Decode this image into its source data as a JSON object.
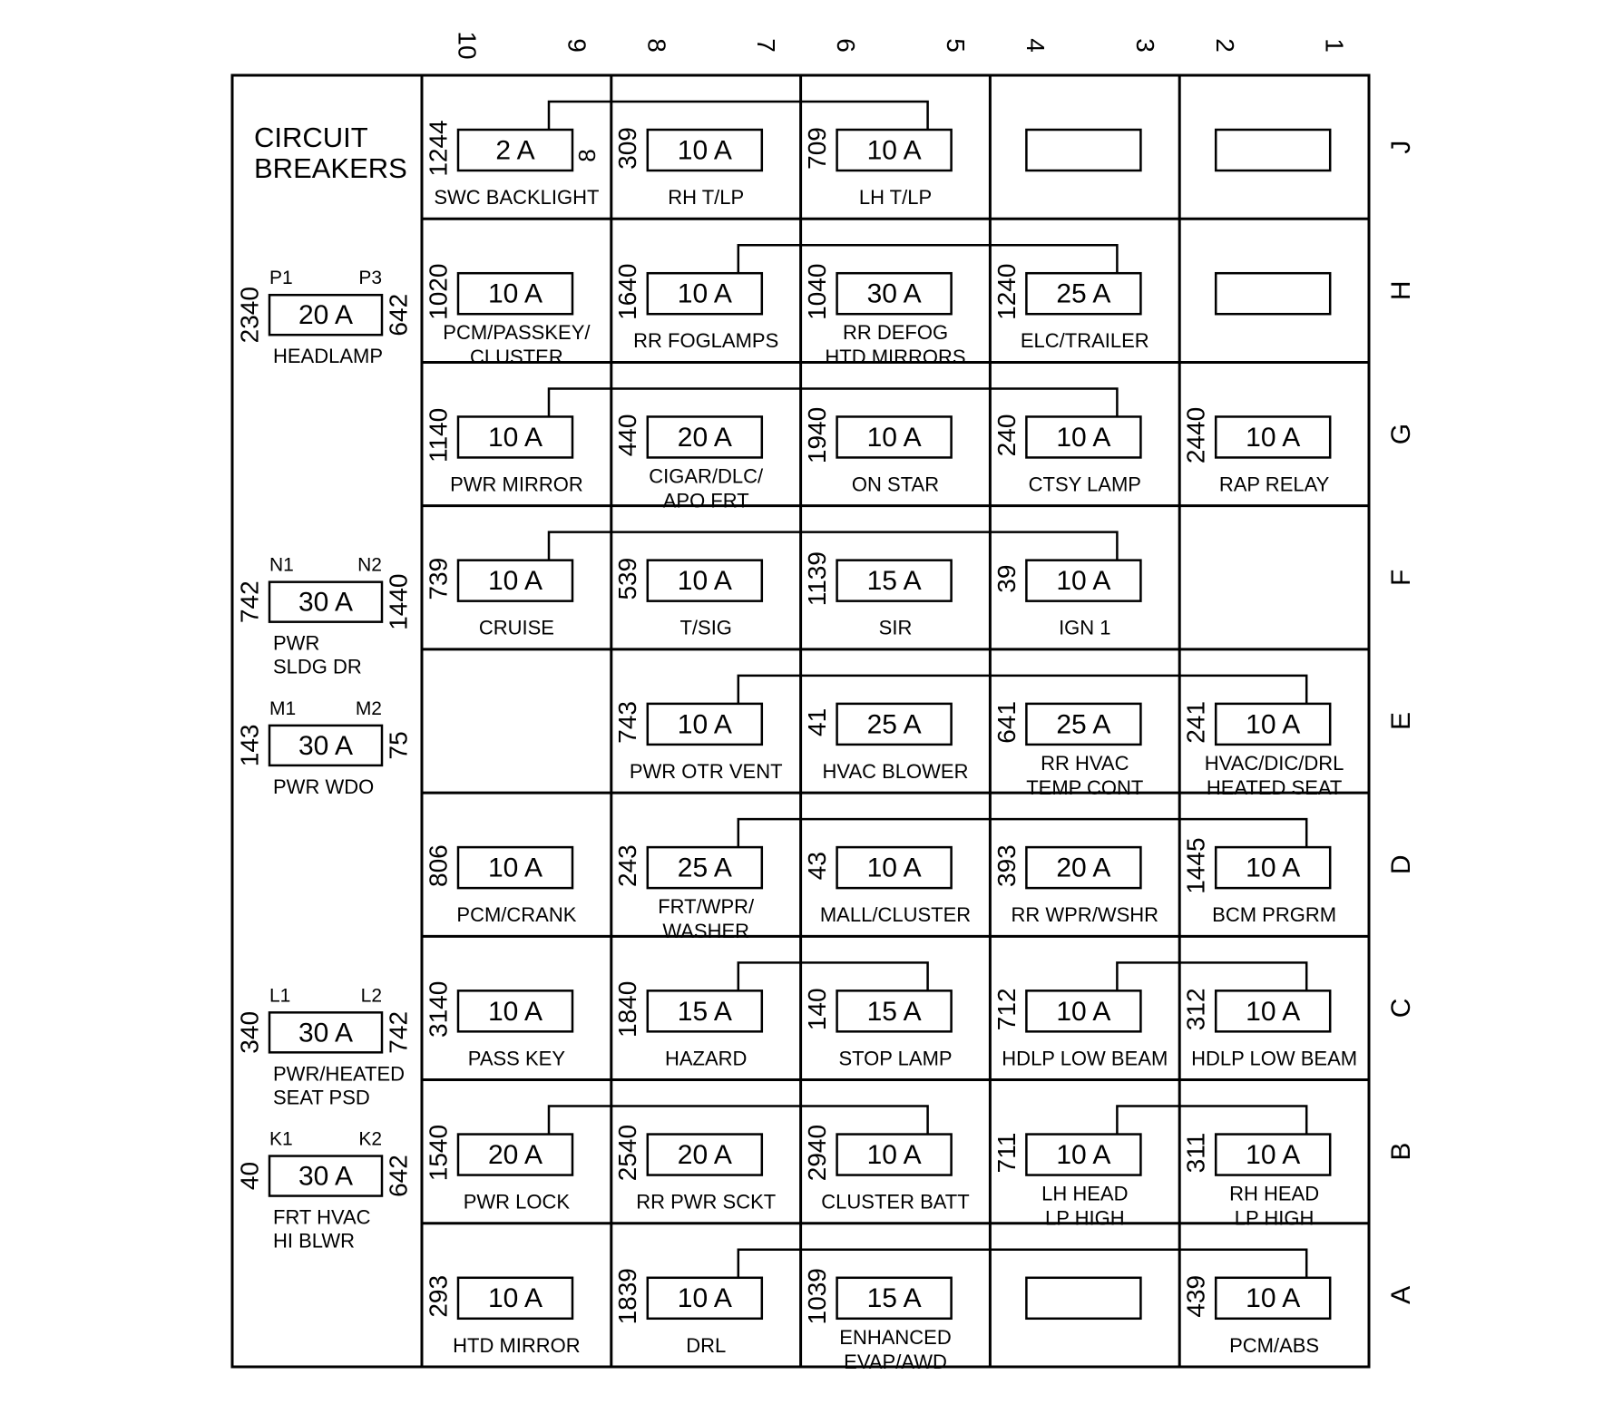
{
  "title": [
    "CIRCUIT",
    "BREAKERS"
  ],
  "columns": [
    "10",
    "9",
    "8",
    "7",
    "6",
    "5",
    "4",
    "3",
    "2",
    "1"
  ],
  "rows": [
    "J",
    "H",
    "G",
    "F",
    "E",
    "D",
    "C",
    "B",
    "A"
  ],
  "breakers": [
    {
      "row": "H",
      "pins": [
        "P1",
        "P3"
      ],
      "left": "2340",
      "right": "642",
      "rating": "20 A",
      "label": [
        "HEADLAMP"
      ]
    },
    {
      "row": "F",
      "pins": [
        "N1",
        "N2"
      ],
      "left": "742",
      "right": "1440",
      "rating": "30 A",
      "label": [
        "PWR",
        "SLDG DR"
      ]
    },
    {
      "row": "E",
      "pins": [
        "M1",
        "M2"
      ],
      "left": "143",
      "right": "75",
      "rating": "30 A",
      "label": [
        "PWR WDO"
      ]
    },
    {
      "row": "C",
      "pins": [
        "L1",
        "L2"
      ],
      "left": "340",
      "right": "742",
      "rating": "30 A",
      "label": [
        "PWR/HEATED",
        "SEAT PSD"
      ]
    },
    {
      "row": "B",
      "pins": [
        "K1",
        "K2"
      ],
      "left": "40",
      "right": "642",
      "rating": "30 A",
      "label": [
        "FRT HVAC",
        "HI BLWR"
      ]
    }
  ],
  "fuses": [
    {
      "row": "J",
      "col": 0,
      "circuit": "1244",
      "rating": "2 A",
      "label": [
        "SWC BACKLIGHT"
      ],
      "extra": "8"
    },
    {
      "row": "J",
      "col": 1,
      "circuit": "309",
      "rating": "10 A",
      "label": [
        "RH T/LP"
      ]
    },
    {
      "row": "J",
      "col": 2,
      "circuit": "709",
      "rating": "10 A",
      "label": [
        "LH T/LP"
      ]
    },
    {
      "row": "J",
      "col": 3,
      "empty": true
    },
    {
      "row": "J",
      "col": 4,
      "empty": true
    },
    {
      "row": "H",
      "col": 0,
      "circuit": "1020",
      "rating": "10 A",
      "label": [
        "PCM/PASSKEY/",
        "CLUSTER"
      ]
    },
    {
      "row": "H",
      "col": 1,
      "circuit": "1640",
      "rating": "10 A",
      "label": [
        "RR FOGLAMPS"
      ]
    },
    {
      "row": "H",
      "col": 2,
      "circuit": "1040",
      "rating": "30 A",
      "label": [
        "RR DEFOG",
        "HTD MIRRORS"
      ]
    },
    {
      "row": "H",
      "col": 3,
      "circuit": "1240",
      "rating": "25 A",
      "label": [
        "ELC/TRAILER"
      ]
    },
    {
      "row": "H",
      "col": 4,
      "empty": true
    },
    {
      "row": "G",
      "col": 0,
      "circuit": "1140",
      "rating": "10 A",
      "label": [
        "PWR MIRROR"
      ]
    },
    {
      "row": "G",
      "col": 1,
      "circuit": "440",
      "rating": "20 A",
      "label": [
        "CIGAR/DLC/",
        "APO FRT"
      ]
    },
    {
      "row": "G",
      "col": 2,
      "circuit": "1940",
      "rating": "10 A",
      "label": [
        "ON STAR"
      ]
    },
    {
      "row": "G",
      "col": 3,
      "circuit": "240",
      "rating": "10 A",
      "label": [
        "CTSY LAMP"
      ]
    },
    {
      "row": "G",
      "col": 4,
      "circuit": "2440",
      "rating": "10 A",
      "label": [
        "RAP RELAY"
      ]
    },
    {
      "row": "F",
      "col": 0,
      "circuit": "739",
      "rating": "10 A",
      "label": [
        "CRUISE"
      ]
    },
    {
      "row": "F",
      "col": 1,
      "circuit": "539",
      "rating": "10 A",
      "label": [
        "T/SIG"
      ]
    },
    {
      "row": "F",
      "col": 2,
      "circuit": "1139",
      "rating": "15 A",
      "label": [
        "SIR"
      ]
    },
    {
      "row": "F",
      "col": 3,
      "circuit": "39",
      "rating": "10 A",
      "label": [
        "IGN 1"
      ]
    },
    {
      "row": "E",
      "col": 1,
      "circuit": "743",
      "rating": "10 A",
      "label": [
        "PWR OTR VENT"
      ]
    },
    {
      "row": "E",
      "col": 2,
      "circuit": "41",
      "rating": "25 A",
      "label": [
        "HVAC BLOWER"
      ]
    },
    {
      "row": "E",
      "col": 3,
      "circuit": "641",
      "rating": "25 A",
      "label": [
        "RR HVAC",
        "TEMP CONT"
      ]
    },
    {
      "row": "E",
      "col": 4,
      "circuit": "241",
      "rating": "10 A",
      "label": [
        "HVAC/DIC/DRL",
        "HEATED SEAT"
      ]
    },
    {
      "row": "D",
      "col": 0,
      "circuit": "806",
      "rating": "10 A",
      "label": [
        "PCM/CRANK"
      ]
    },
    {
      "row": "D",
      "col": 1,
      "circuit": "243",
      "rating": "25 A",
      "label": [
        "FRT/WPR/",
        "WASHER"
      ]
    },
    {
      "row": "D",
      "col": 2,
      "circuit": "43",
      "rating": "10 A",
      "label": [
        "MALL/CLUSTER"
      ]
    },
    {
      "row": "D",
      "col": 3,
      "circuit": "393",
      "rating": "20 A",
      "label": [
        "RR WPR/WSHR"
      ]
    },
    {
      "row": "D",
      "col": 4,
      "circuit": "1445",
      "rating": "10 A",
      "label": [
        "BCM PRGRM"
      ]
    },
    {
      "row": "C",
      "col": 0,
      "circuit": "3140",
      "rating": "10 A",
      "label": [
        "PASS KEY"
      ]
    },
    {
      "row": "C",
      "col": 1,
      "circuit": "1840",
      "rating": "15 A",
      "label": [
        "HAZARD"
      ]
    },
    {
      "row": "C",
      "col": 2,
      "circuit": "140",
      "rating": "15 A",
      "label": [
        "STOP LAMP"
      ]
    },
    {
      "row": "C",
      "col": 3,
      "circuit": "712",
      "rating": "10 A",
      "label": [
        "HDLP LOW BEAM"
      ]
    },
    {
      "row": "C",
      "col": 4,
      "circuit": "312",
      "rating": "10 A",
      "label": [
        "HDLP LOW BEAM"
      ]
    },
    {
      "row": "B",
      "col": 0,
      "circuit": "1540",
      "rating": "20 A",
      "label": [
        "PWR LOCK"
      ]
    },
    {
      "row": "B",
      "col": 1,
      "circuit": "2540",
      "rating": "20 A",
      "label": [
        "RR PWR SCKT"
      ]
    },
    {
      "row": "B",
      "col": 2,
      "circuit": "2940",
      "rating": "10 A",
      "label": [
        "CLUSTER BATT"
      ]
    },
    {
      "row": "B",
      "col": 3,
      "circuit": "711",
      "rating": "10 A",
      "label": [
        "LH HEAD",
        "LP HIGH"
      ]
    },
    {
      "row": "B",
      "col": 4,
      "circuit": "311",
      "rating": "10 A",
      "label": [
        "RH HEAD",
        "LP HIGH"
      ]
    },
    {
      "row": "A",
      "col": 0,
      "circuit": "293",
      "rating": "10 A",
      "label": [
        "HTD MIRROR"
      ]
    },
    {
      "row": "A",
      "col": 1,
      "circuit": "1839",
      "rating": "10 A",
      "label": [
        "DRL"
      ]
    },
    {
      "row": "A",
      "col": 2,
      "circuit": "1039",
      "rating": "15 A",
      "label": [
        "ENHANCED",
        "EVAP/AWD"
      ]
    },
    {
      "row": "A",
      "col": 3,
      "empty": true
    },
    {
      "row": "A",
      "col": 4,
      "circuit": "439",
      "rating": "10 A",
      "label": [
        "PCM/ABS"
      ]
    }
  ],
  "connectors": [
    {
      "row": "J",
      "from": 0,
      "to": 2
    },
    {
      "row": "H",
      "from": 1,
      "to": 3
    },
    {
      "row": "G",
      "from": 0,
      "to": 3
    },
    {
      "row": "F",
      "from": 0,
      "to": 3
    },
    {
      "row": "E",
      "from": 1,
      "to": 4
    },
    {
      "row": "D",
      "from": 1,
      "to": 4
    },
    {
      "row": "C",
      "from": 1,
      "to": 2
    },
    {
      "row": "C",
      "from": 3,
      "to": 4
    },
    {
      "row": "B",
      "from": 0,
      "to": 2
    },
    {
      "row": "B",
      "from": 3,
      "to": 4
    },
    {
      "row": "A",
      "from": 1,
      "to": 4
    }
  ]
}
